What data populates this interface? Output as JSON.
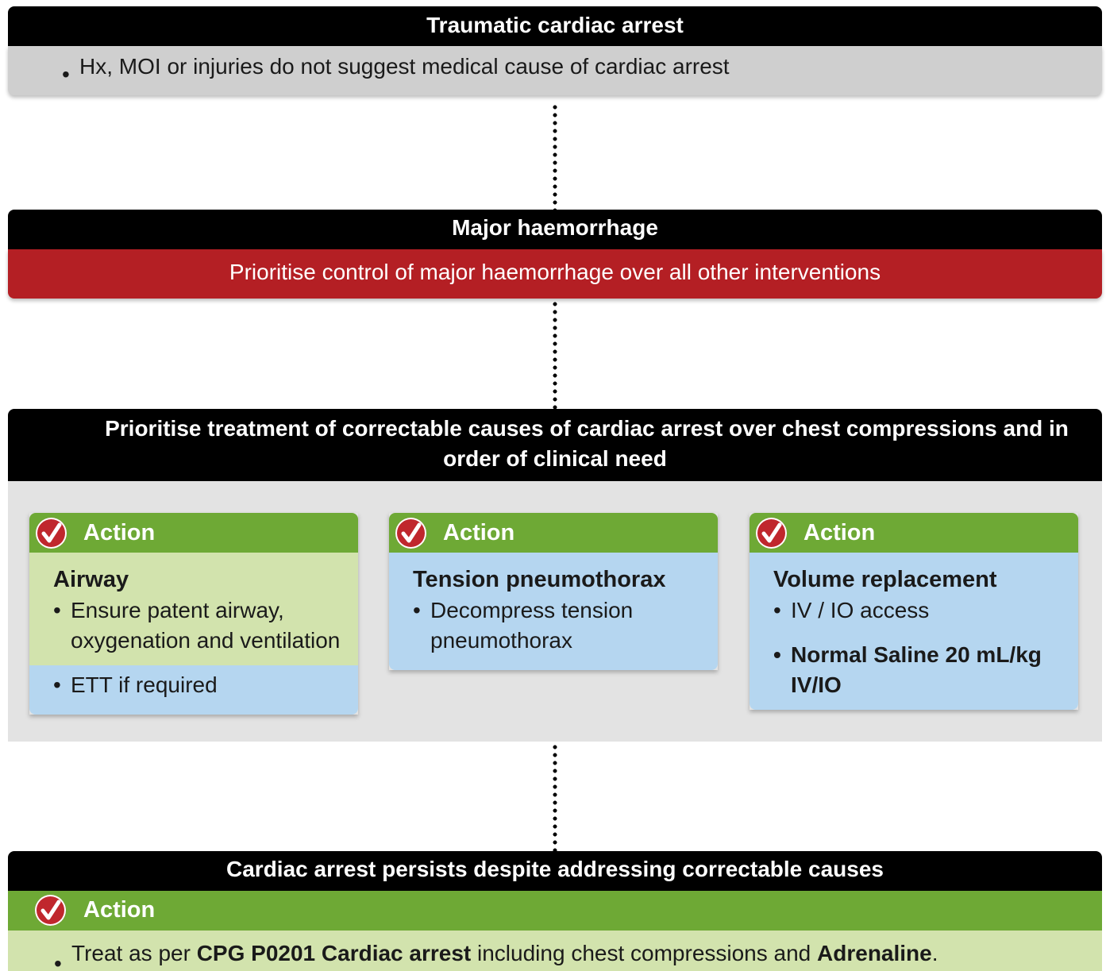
{
  "section1": {
    "title": "Traumatic cardiac arrest",
    "bullet": "Hx, MOI or injuries do not suggest medical cause of cardiac arrest"
  },
  "section2": {
    "title": "Major haemorrhage",
    "text": "Prioritise control of major haemorrhage over all other interventions"
  },
  "section3": {
    "title_line1": "Prioritise treatment of correctable causes of cardiac arrest over chest compressions and in",
    "title_line2": "order of clinical need",
    "cards": [
      {
        "header": "Action",
        "heading": "Airway",
        "bullet1": "Ensure patent airway, oxygenation and ventilation",
        "bullet2": "ETT if required"
      },
      {
        "header": "Action",
        "heading": "Tension pneumothorax",
        "bullet1": "Decompress tension pneumothorax"
      },
      {
        "header": "Action",
        "heading": "Volume replacement",
        "bullet1": "IV / IO access",
        "bullet2": "Normal Saline 20 mL/kg IV/IO"
      }
    ]
  },
  "section4": {
    "title": "Cardiac arrest persists despite addressing correctable causes",
    "header": "Action",
    "text_pre": "Treat as per ",
    "text_bold1": "CPG P0201 Cardiac arrest",
    "text_mid": " including chest compressions and ",
    "text_bold2": "Adrenaline",
    "text_post": "."
  },
  "icons": {
    "action": "checkmark-icon"
  },
  "colors": {
    "header_black": "#000000",
    "haemorrhage_red": "#b41f24",
    "action_green": "#6ea935",
    "light_green": "#d2e3ad",
    "light_blue": "#b5d6f0",
    "grey": "#cfcfcf",
    "check_red": "#c0272d"
  }
}
